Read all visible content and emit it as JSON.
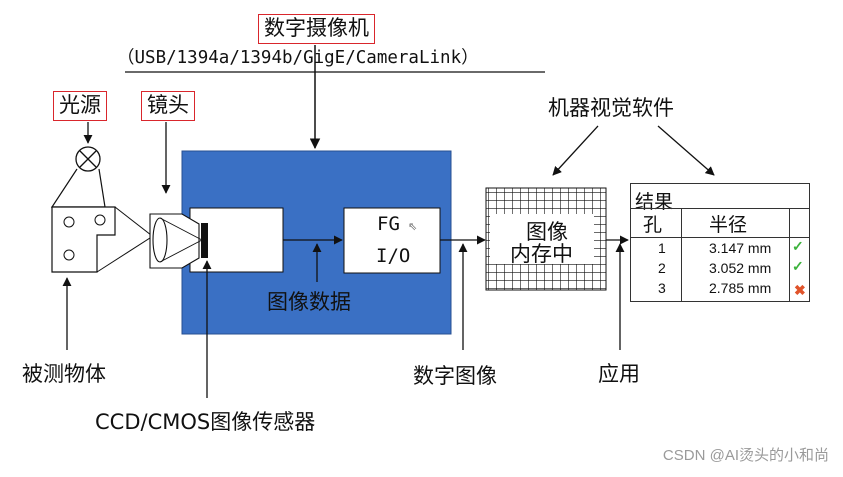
{
  "labels": {
    "camera": "数字摄像机",
    "interfaces": "（USB/1394a/1394b/GigE/CameraLink）",
    "light_source": "光源",
    "lens": "镜头",
    "software": "机器视觉软件",
    "fg": "FG",
    "io": "I/O",
    "image_data": "图像数据",
    "memory_line1": "图像",
    "memory_line2": "内存中",
    "object": "被测物体",
    "sensor": "CCD/CMOS图像传感器",
    "digital_image": "数字图像",
    "application": "应用"
  },
  "results": {
    "title": "结果",
    "col_hole": "孔",
    "col_radius": "半径",
    "rows": [
      {
        "id": "1",
        "value": "3.147 mm",
        "status": "ok"
      },
      {
        "id": "2",
        "value": "3.052 mm",
        "status": "ok"
      },
      {
        "id": "3",
        "value": "2.785 mm",
        "status": "bad"
      }
    ],
    "ok_mark": "✓",
    "bad_mark": "✖"
  },
  "watermark": "CSDN @AI烫头的小和尚",
  "colors": {
    "camera_body": "#3a70c4",
    "label_box": "#d9262c"
  }
}
